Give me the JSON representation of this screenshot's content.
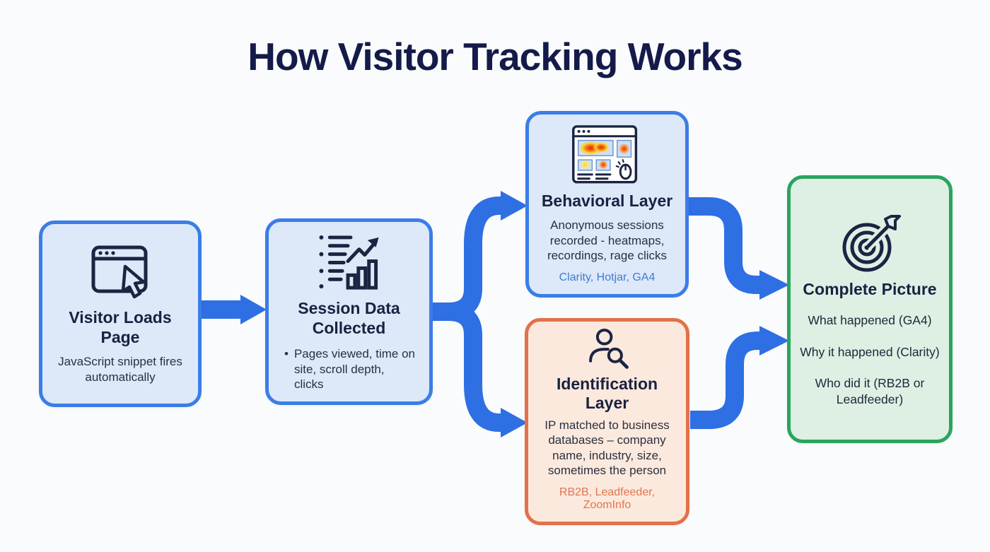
{
  "title": "How Visitor Tracking Works",
  "nodes": {
    "visitor": {
      "heading": "Visitor Loads Page",
      "body": "JavaScript snippet fires automatically",
      "icon": "browser-cursor-icon"
    },
    "session": {
      "heading": "Session Data Collected",
      "bullet_marker": "•",
      "bullet": "Pages viewed, time on site, scroll depth, clicks",
      "icon": "analytics-list-icon"
    },
    "behavioral": {
      "heading": "Behavioral Layer",
      "body": "Anonymous sessions recorded - heatmaps, recordings, rage clicks",
      "tools": "Clarity, Hotjar, GA4",
      "icon": "heatmap-browser-icon"
    },
    "identification": {
      "heading": "Identification Layer",
      "body": "IP matched to business databases – company name, industry, size, sometimes the person",
      "tools": "RB2B, Leadfeeder, ZoomInfo",
      "icon": "person-search-icon"
    },
    "complete": {
      "heading": "Complete Picture",
      "lines": [
        "What happened (GA4)",
        "Why it happened (Clarity)",
        "Who did it (RB2B or Leadfeeder)"
      ],
      "icon": "target-arrow-icon"
    }
  },
  "colors": {
    "background": "#fafbfc",
    "title_text": "#141b4a",
    "heading_text": "#1a2142",
    "body_text": "#2a3040",
    "arrow_blue": "#2e6fe4",
    "blue_box_fill": "#dde9f8",
    "blue_box_border": "#3b7de8",
    "orange_box_fill": "#fce9dd",
    "orange_box_border": "#e2714b",
    "green_box_fill": "#def0e4",
    "green_box_border": "#2aa45e",
    "behavioral_tools_text": "#3d7cd6",
    "identification_tools_text": "#e0764f",
    "icon_line": "#1c2442"
  }
}
